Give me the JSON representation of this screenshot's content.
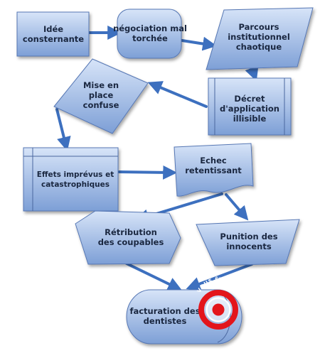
{
  "nodes": {
    "idee": [
      "Idée",
      "consternante"
    ],
    "negociation": [
      "négociation mal",
      "torchée"
    ],
    "parcours": [
      "Parcours",
      "institutionnel",
      "chaotique"
    ],
    "decret": [
      "Décret",
      "d'application",
      "illisible"
    ],
    "mise_en_place": [
      "Mise en",
      "place",
      "confuse"
    ],
    "effets": [
      "Effets imprévus et",
      "catastrophiques"
    ],
    "echec": [
      "Echec",
      "retentissant"
    ],
    "retribution": [
      "Rétribution",
      "des coupables"
    ],
    "punition": [
      "Punition des",
      "innocents"
    ],
    "facturation": [
      "facturation des",
      "dentistes"
    ]
  },
  "badge": "VOUS ÊTES ICI",
  "colors": {
    "shape_top": "#d4e2f7",
    "shape_bottom": "#7e9fd6",
    "shape_stroke": "#5677b4",
    "arrow": "#3d70bf",
    "marker": "#e3151b"
  }
}
